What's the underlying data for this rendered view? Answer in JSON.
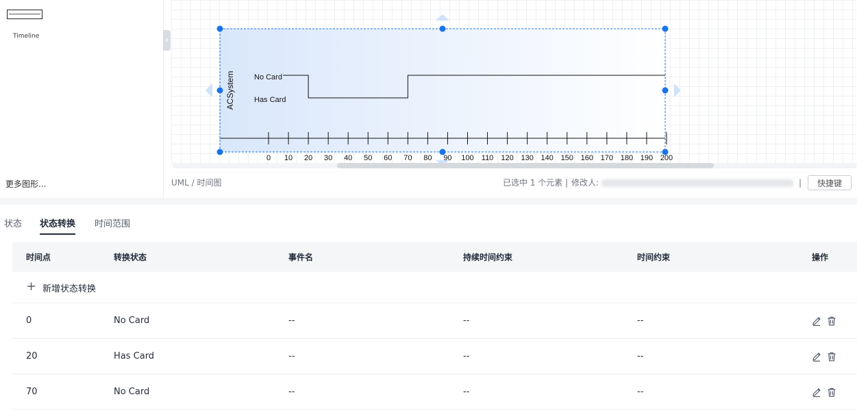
{
  "palette": {
    "thumbnail_label": "Timeline",
    "more_shapes": "更多图形..."
  },
  "diagram": {
    "lifeline": "ACSystem",
    "states": [
      "No Card",
      "Has Card"
    ],
    "ticks": [
      0,
      10,
      20,
      30,
      40,
      50,
      60,
      70,
      80,
      90,
      100,
      110,
      120,
      130,
      140,
      150,
      160,
      170,
      180,
      190,
      200
    ],
    "transitions": [
      {
        "time": 0,
        "state": "No Card"
      },
      {
        "time": 20,
        "state": "Has Card"
      },
      {
        "time": 70,
        "state": "No Card"
      }
    ],
    "colors": {
      "selection": "#1a73e8",
      "fill_start": "#d9e7fb",
      "fill_end": "#ffffff"
    }
  },
  "status": {
    "breadcrumb": "UML / 时间图",
    "selected": "已选中 1 个元素 |",
    "modifier_label": "修改人:",
    "separator": "|",
    "shortcut_button": "快捷键"
  },
  "tabs": [
    {
      "label": "状态",
      "active": false
    },
    {
      "label": "状态转换",
      "active": true
    },
    {
      "label": "时间范围",
      "active": false
    }
  ],
  "table": {
    "headers": [
      "时间点",
      "转换状态",
      "事件名",
      "持续时间约束",
      "时间约束",
      "操作"
    ],
    "add_label": "新增状态转换",
    "rows": [
      {
        "time": "0",
        "state": "No Card",
        "event": "--",
        "duration": "--",
        "time_constraint": "--"
      },
      {
        "time": "20",
        "state": "Has Card",
        "event": "--",
        "duration": "--",
        "time_constraint": "--"
      },
      {
        "time": "70",
        "state": "No Card",
        "event": "--",
        "duration": "--",
        "time_constraint": "--"
      }
    ]
  }
}
